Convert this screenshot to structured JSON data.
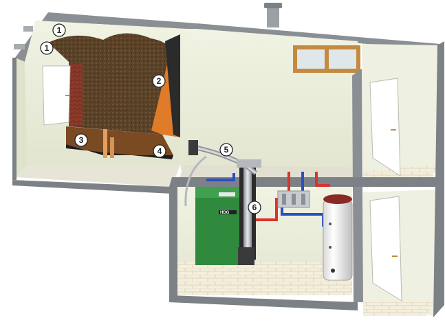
{
  "diagram": {
    "callouts": [
      {
        "label": "1"
      },
      {
        "label": "1"
      },
      {
        "label": "2"
      },
      {
        "label": "3"
      },
      {
        "label": "4"
      },
      {
        "label": "5"
      },
      {
        "label": "6"
      }
    ],
    "boiler_brand": "HDG"
  },
  "colors": {
    "wall_face": "#e9ecd9",
    "wall_edge": "#7c8186",
    "pellet": "#5a4228",
    "boiler_green": "#2f8a3d",
    "hot_pipe": "#d9342b",
    "cold_pipe": "#2a4fc4",
    "tank": "#f2f2f2",
    "window_frame": "#c48a3f",
    "floor_tile": "#f3ecd9"
  }
}
